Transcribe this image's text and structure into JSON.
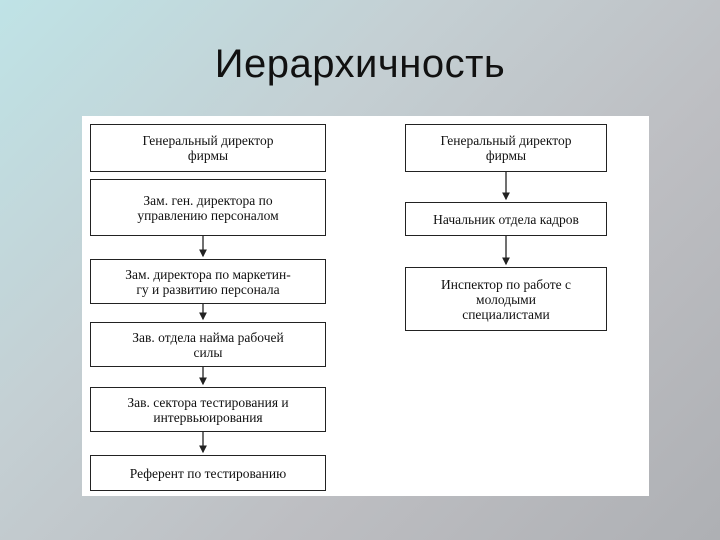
{
  "slide": {
    "title": "Иерархичность"
  },
  "diagram": {
    "left_chain": [
      "Генеральный директор\nфирмы",
      "Зам. ген. директора по\nуправлению  персоналом",
      "Зам. директора по маркетин-\nгу и развитию персонала",
      "Зав. отдела найма рабочей\nсилы",
      "Зав.  сектора тестирования и\nинтервьюирования",
      "Референт по тестированию"
    ],
    "right_chain": [
      "Генеральный директор\nфирмы",
      "Начальник отдела кадров",
      "Инспектор по работе с\nмолодыми\nспециалистами"
    ]
  }
}
